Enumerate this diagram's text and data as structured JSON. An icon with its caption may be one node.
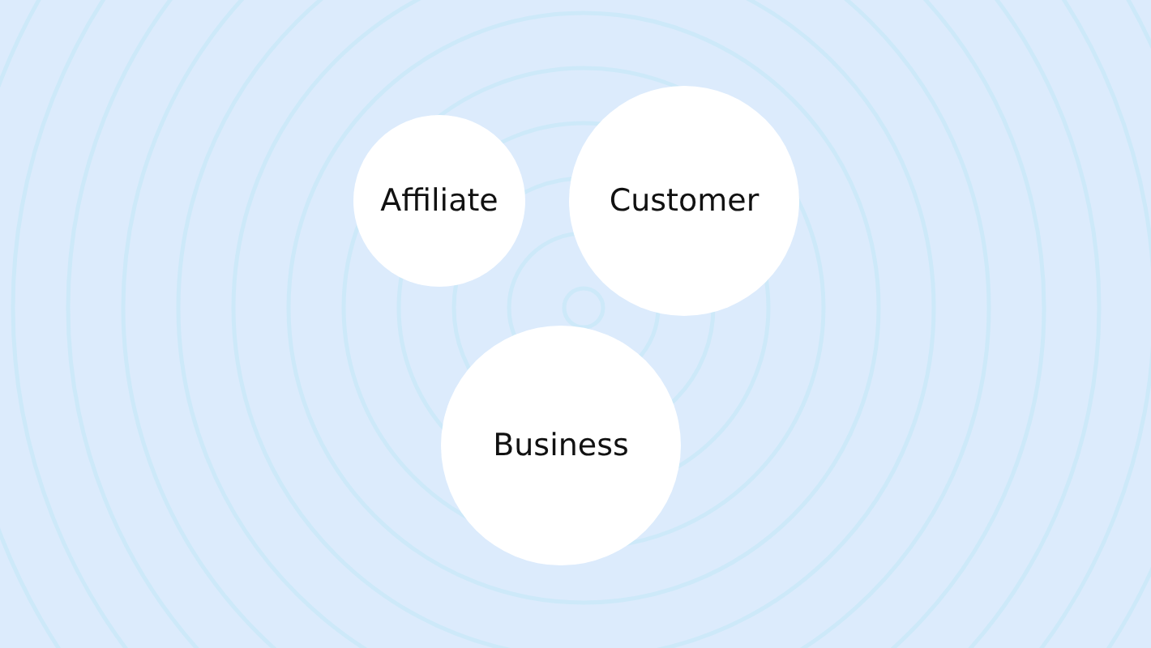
{
  "diagram": {
    "nodes": [
      {
        "text": [
          "Affiliate"
        ]
      },
      {
        "text": [
          "Customer"
        ]
      },
      {
        "text": [
          "Business"
        ]
      }
    ]
  }
}
